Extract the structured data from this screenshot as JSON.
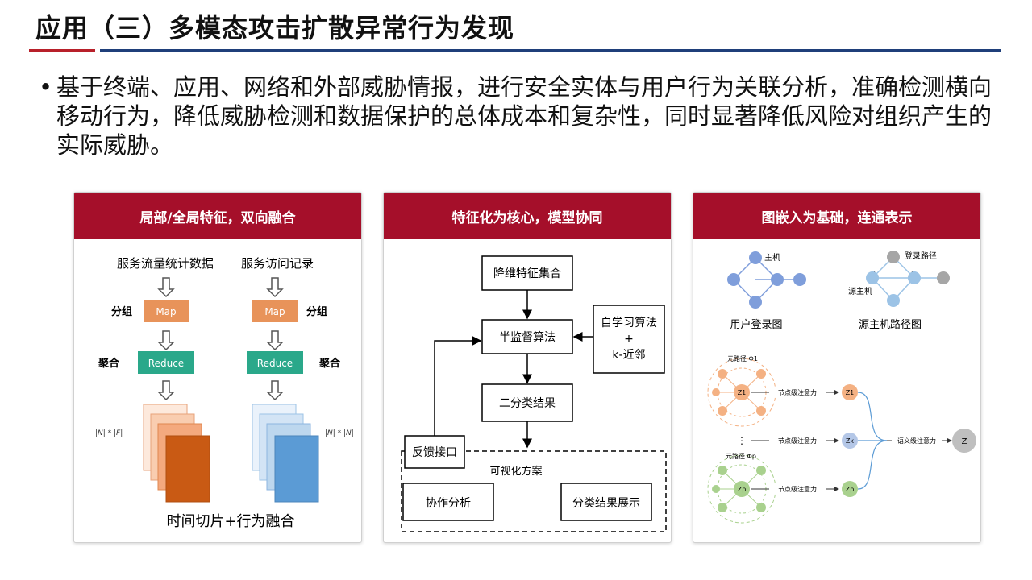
{
  "title": "应用（三）多模态攻击扩散异常行为发现",
  "bullet": "基于终端、应用、网络和外部威胁情报，进行安全实体与用户行为关联分析，准确检测横向移动行为，降低威胁检测和数据保护的总体成本和复杂性，同时显著降低风险对组织产生的实际威胁。",
  "panel1": {
    "header": "局部/全局特征，双向融合",
    "left_source": "服务流量统计数据",
    "right_source": "服务访问记录",
    "map": "Map",
    "reduce": "Reduce",
    "group": "分组",
    "aggregate": "聚合",
    "dim": "|N| * |F|",
    "dim2": "|N| * |N|",
    "footer": "时间切片+行为融合",
    "colors": {
      "map": "#e8935a",
      "reduce": "#2aa88a",
      "orange_dark": "#c95a14",
      "blue_dark": "#5b9bd5"
    }
  },
  "panel2": {
    "header": "特征化为核心，模型协同",
    "box_reduce": "降维特征集合",
    "box_semi": "半监督算法",
    "box_self_1": "自学习算法",
    "box_self_2": "+",
    "box_self_3": "k-近邻",
    "box_binary": "二分类结果",
    "box_feedback": "反馈接口",
    "vis": "可视化方案",
    "box_collab": "协作分析",
    "box_display": "分类结果展示"
  },
  "panel3": {
    "header": "图嵌入为基础，连通表示",
    "host": "主机",
    "login_path": "登录路径",
    "src_host": "源主机",
    "user_login_graph": "用户登录图",
    "src_host_path_graph": "源主机路径图",
    "meta1": "元路径 Φ1",
    "metap": "元路径 Φp",
    "node_att": "节点级注意力",
    "sem_att": "语义级注意力",
    "z1": "Z1",
    "zk": "Zk",
    "zp": "Zp",
    "z": "Z",
    "vdots": "⋮",
    "colors": {
      "graph_blue": "#7f9edb",
      "graph_grey": "#a6a6a6",
      "graph_light_blue": "#9cc3e6",
      "orange": "#f4b183",
      "green": "#a9d18e",
      "purple": "#b4c7e7"
    }
  }
}
